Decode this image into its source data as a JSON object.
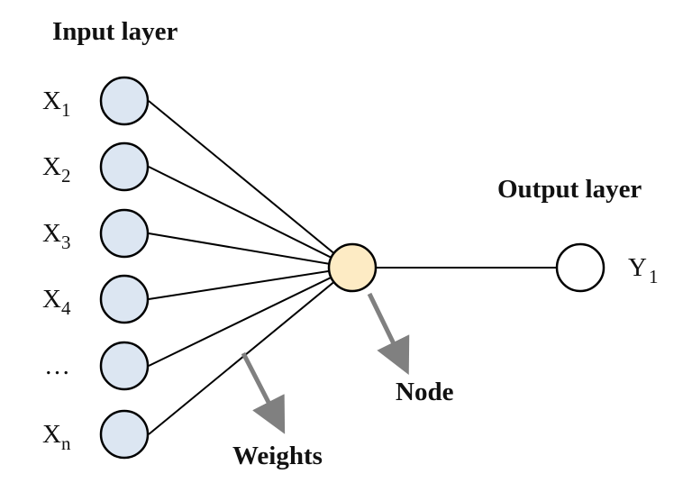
{
  "labels": {
    "input_layer": "Input layer",
    "output_layer": "Output layer",
    "node": "Node",
    "weights": "Weights"
  },
  "inputs": [
    {
      "base": "X",
      "sub": "1"
    },
    {
      "base": "X",
      "sub": "2"
    },
    {
      "base": "X",
      "sub": "3"
    },
    {
      "base": "X",
      "sub": "4"
    },
    {
      "base": "…",
      "sub": ""
    },
    {
      "base": "X",
      "sub": "n"
    }
  ],
  "output": {
    "base": "Y",
    "sub": "1"
  },
  "colors": {
    "input_fill": "#dce6f2",
    "node_fill": "#fdebc4",
    "output_fill": "#ffffff",
    "stroke": "#000000",
    "arrow": "#808080"
  }
}
